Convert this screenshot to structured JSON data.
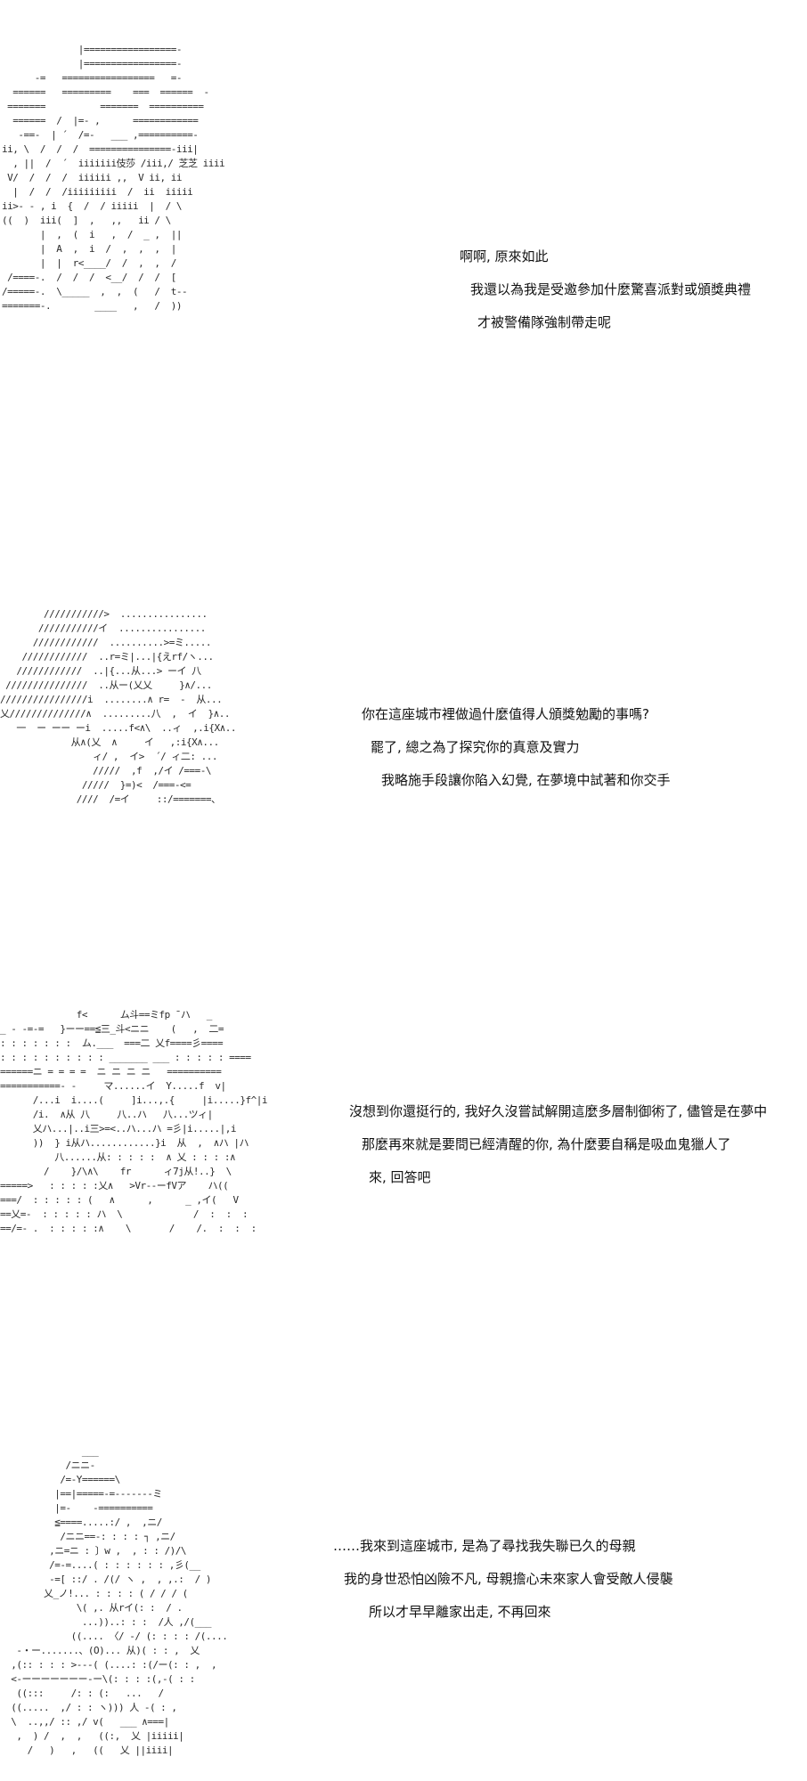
{
  "panels": [
    {
      "art": "              |=================-\n              |=================-\n      -=   =================   =-\n  ======   =========    ===  ======  -\n =======          =======  ==========\n  ======  /  |=- ,      ============\n   -==-  | ´  /=-   ___ ,==========-\nii, \\  /  /  /  ===============-iii|\n  , ||  /  ´  iiiiiii伎莎 /iii,/ 芝芝 iiii\n V/  /  /  /  iiiiii ,,  V ii, ii\n  |  /  /  /iiiiiiiii  /  ii  iiiii\nii>- - , i  {  /  / iiiii  |  / \\\n((  )  iii(  ]  ,   ,,   ii / \\\n       |  ,  (  i   ,  /  _ ,  ||\n       |  A  ,  i  /  ,  ,  ,  |\n       |  |  r<____/  /  ,  ,  /\n /====-.  /  /  /  <__/  /  /  [\n/=====-.  \\_____  ,  ,  (   /  t--\n=======-.        ____   ,   /  ))",
      "lines": [
        "啊啊, 原來如此",
        "我還以為我是受邀參加什麼驚喜派對或頒獎典禮",
        "才被警備隊強制帶走呢"
      ]
    },
    {
      "art": "        ///////////>  ................\n       ///////////イ  ................\n      ////////////  ..........>=ミ.....\n    ////////////  ..r=ミ|...|{えrf/ヽ...\n   ////////////  ..|{...从...> ーイ 八\n ///////////////  ..从ー(乂乂     }∧/...\n////////////////i  ........∧ r=  -  从...\n乂//////////////∧  .........八  ,  イ  }∧..\n   一  ー ーー ーi  .....f<∧\\  ..ィ  ,.i{X∧..\n             从∧(乂  ∧     イ   ,:i{X∧...\n                 ィ/ ,  イ>  ´/ ィ二: ...\n                 /////  ,f  ,/イ /===-\\\n               /////  }=)<  /===-<=\n              ////  /=イ     ::/=======、",
      "lines": [
        "你在這座城市裡做過什麼值得人頒獎勉勵的事嗎?",
        "罷了, 總之為了探究你的真意及實力",
        "我略施手段讓你陷入幻覺, 在夢境中試著和你交手"
      ]
    },
    {
      "art": "              f<      ム斗==ミfp ¯ハ   _\n_ - -=-=   }ーー==≦三_斗<ニニ    (   ,  二=\n: : : : : : :  ム.___  ===二 乂f====彡====\n: : : : : : : : : : _______ ___ : : : : : ====\n======ニ = = = =  ニ ニ ニ ニ   ==========\n===========- -     マ......イ  Y.....f  v|\n      /...i  i....(     ]i...,.{     |i.....}f^|i\n      /i.  ∧从 八     八..ハ   八...ツィ|\n      乂ハ...|..i三>=<..ハ...ハ =彡|i.....|,i\n      ))  } i从ハ............}i  从  ,  ∧ハ |ハ\n          八......从: : : : :  ∧ 乂 : : : :∧\n        /    }/\\∧\\    fr      ィ7j从!..}  \\\n=====>   : : : : :乂∧   >Vr--ーfVア    ハ((\n===/  : : : : : (   ∧      ,      _ ,イ(   V\n==乂=-  : : : : : ハ  \\             /  :  :  :\n==/=- .  : : : : :∧    \\       /    /.  :  :  :",
      "lines": [
        "沒想到你還挺行的, 我好久沒嘗試解開這麼多層制御術了, 儘管是在夢中",
        "那麼再來就是要問已經清醒的你, 為什麼要自稱是吸血鬼獵人了",
        "來, 回答吧"
      ]
    },
    {
      "art": "               ___\n            /ニニ-\n           /=-Y======\\\n          |==|=====-=-------ミ\n          |=-    -==========\n          ≦====.....:/ ,  ,ニ/\n           /ニニ==-: : : : ┐ ,ニ/\n         ,ニ=ニ : 〕w ,  , : : /)/\\\n         /=-=....( : : : : : : ,彡(__\n         -=[ ::/ . /(/ ヽ ,  , ,.:  / )\n        乂_ノ!... : : : : ( / / / (\n              \\( ,. 从rイ(: :  / .\n               ...))..: : :  /人 ,/(___\n             ((.... 〈/ -/ (: : : : /(....\n   -・ー.......、(O)... 从)( : : ,  乂\n  ,(:: : : : >---( (....: :(/ー(: : ,  ,\n  <-ーーーーーーー-ー\\(: : : :(,-( : :\n   ((:::     /: : (:   ...   /\n  ((.....  ,/ : : ヽ))) 人 -( : ,\n  \\  ..,,/ :: ,/ v(   ___ ∧===|\n   ,  ) /  ,  ,   ((:,  乂 |iiiii|\n     /   )   ,   ((   乂 ||iiii|",
      "lines": [
        "……我來到這座城市, 是為了尋找我失聯已久的母親",
        "我的身世恐怕凶險不凡, 母親擔心未來家人會受敵人侵襲",
        "所以才早早離家出走, 不再回來"
      ]
    }
  ]
}
